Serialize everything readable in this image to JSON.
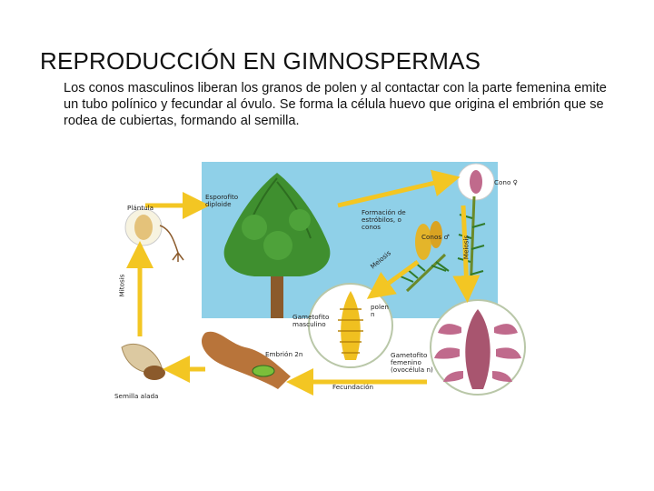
{
  "slide": {
    "title": "REPRODUCCIÓN EN GIMNOSPERMAS",
    "body": "Los conos masculinos liberan los granos de polen y al contactar con la parte femenina emite un tubo polínico y fecundar al óvulo. Se forma la célula huevo que origina el embrión que se rodea de cubiertas, formando al semilla."
  },
  "figure": {
    "labels": {
      "plantula": "Plántula",
      "esporofito": "Esporofito diploide",
      "formacion": "Formación de estróbilos, o conos",
      "cono_female": "Cono ♀",
      "conos_male": "Conos ♂",
      "meiosis_right": "Meiosis",
      "meiosis_left": "Meiosis",
      "mitosis": "Mitosis",
      "polen": "polen n",
      "gametofito_masc": "Gametofito masculino",
      "embrion": "Embrión 2n",
      "gametofito_fem": "Gametofito femenino (ovocélula n)",
      "fecundacion": "Fecundación",
      "semilla": "Semilla alada"
    },
    "colors": {
      "sky": "#8fd0e8",
      "arrow": "#f3c623",
      "foliage": "#3f8f2f",
      "trunk": "#8b5a2b",
      "cone_pink": "#c06a8c",
      "pollen_yellow": "#f0c020"
    }
  }
}
